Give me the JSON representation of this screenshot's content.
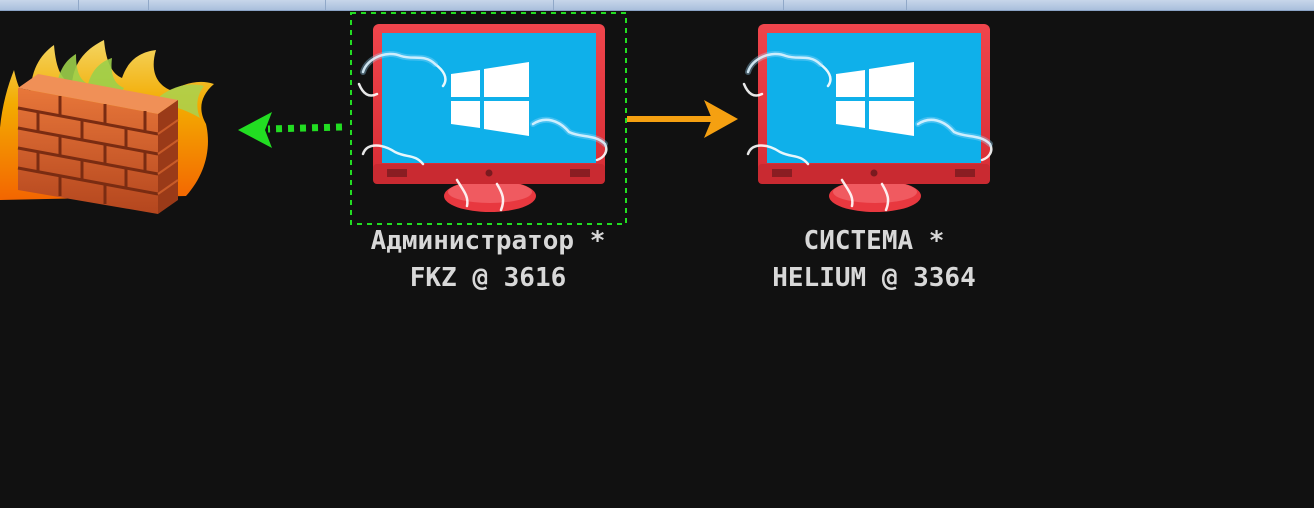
{
  "nodes": [
    {
      "id": "firewall",
      "icon": "burning-firewall-icon",
      "selected": false
    },
    {
      "id": "admin-session",
      "icon": "windows-monitor-icon",
      "user": "Администратор *",
      "host_line": "FKZ @ 3616",
      "selected": true
    },
    {
      "id": "system-session",
      "icon": "windows-monitor-icon",
      "user": "СИСТЕМА *",
      "host_line": "HELIUM @ 3364",
      "selected": false
    }
  ],
  "edges": [
    {
      "from": "admin-session",
      "to": "firewall",
      "style": "dotted",
      "color": "#22dd22"
    },
    {
      "from": "admin-session",
      "to": "system-session",
      "style": "solid",
      "color": "#f5a011"
    }
  ],
  "colors": {
    "background": "#111111",
    "monitor_frame": "#e8383f",
    "monitor_screen": "#0fb0ea",
    "selection_box": "#22dd22",
    "label_text": "#d8d8d8"
  }
}
